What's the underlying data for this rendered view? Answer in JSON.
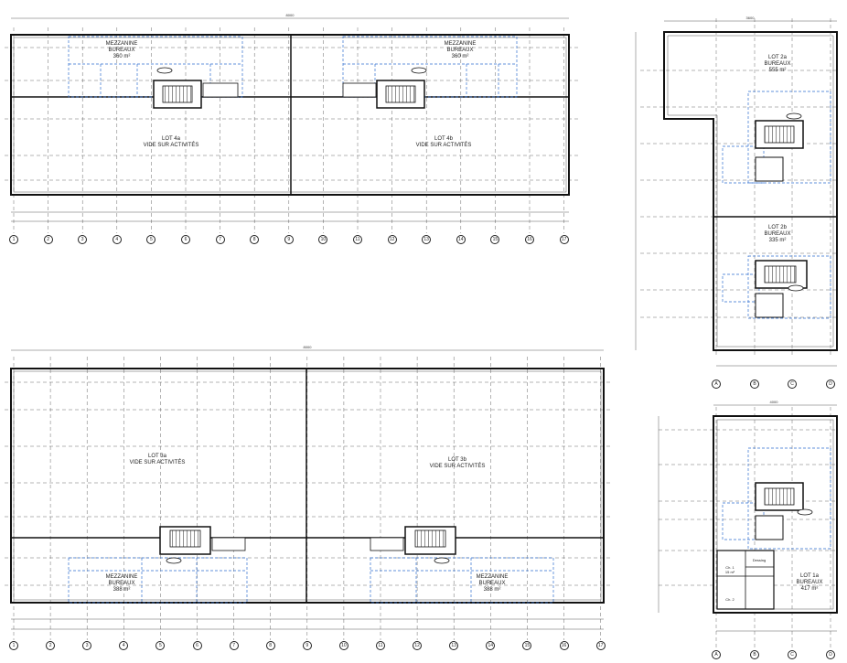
{
  "plans": {
    "lot4": {
      "mezz_a": {
        "title": "MEZZANINE",
        "sub": "BUREAUX",
        "area": "360 m²"
      },
      "mezz_b": {
        "title": "MEZZANINE",
        "sub": "BUREAUX",
        "area": "360 m²"
      },
      "lot_a": {
        "title": "LOT 4a",
        "sub": "VIDE SUR ACTIVITÉS"
      },
      "lot_b": {
        "title": "LOT 4b",
        "sub": "VIDE SUR ACTIVITÉS"
      }
    },
    "lot3": {
      "lot_a": {
        "title": "LOT 3a",
        "sub": "VIDE SUR ACTIVITÉS"
      },
      "lot_b": {
        "title": "LOT 3b",
        "sub": "VIDE SUR ACTIVITÉS"
      },
      "mezz_a": {
        "title": "MEZZANINE",
        "sub": "BUREAUX",
        "area": "388 m²"
      },
      "mezz_b": {
        "title": "MEZZANINE",
        "sub": "BUREAUX",
        "area": "388 m²"
      }
    },
    "lot2": {
      "lot_a": {
        "title": "LOT 2a",
        "sub": "BUREAUX",
        "area": "555 m²"
      },
      "lot_b": {
        "title": "LOT 2b",
        "sub": "BUREAUX",
        "area": "335 m²"
      }
    },
    "lot1": {
      "lot_a": {
        "title": "LOT 1a",
        "sub": "BUREAUX",
        "area": "417 m²"
      },
      "rooms": [
        {
          "name": "Dessing",
          "area": ""
        },
        {
          "name": "Ch. 1",
          "area": "15 m²"
        },
        {
          "name": "Ch. 2",
          "area": ""
        }
      ]
    }
  },
  "axes": {
    "numeric": [
      "1",
      "2",
      "3",
      "4",
      "5",
      "6",
      "7",
      "8",
      "9",
      "10",
      "11",
      "12",
      "13",
      "14",
      "15",
      "16",
      "17"
    ],
    "alpha": [
      "A",
      "B",
      "C",
      "D"
    ]
  },
  "dimensions": {
    "lot4_total": "8000",
    "lot3_total": "8000",
    "lot2_width": "3600",
    "lot1_width": "4000"
  }
}
